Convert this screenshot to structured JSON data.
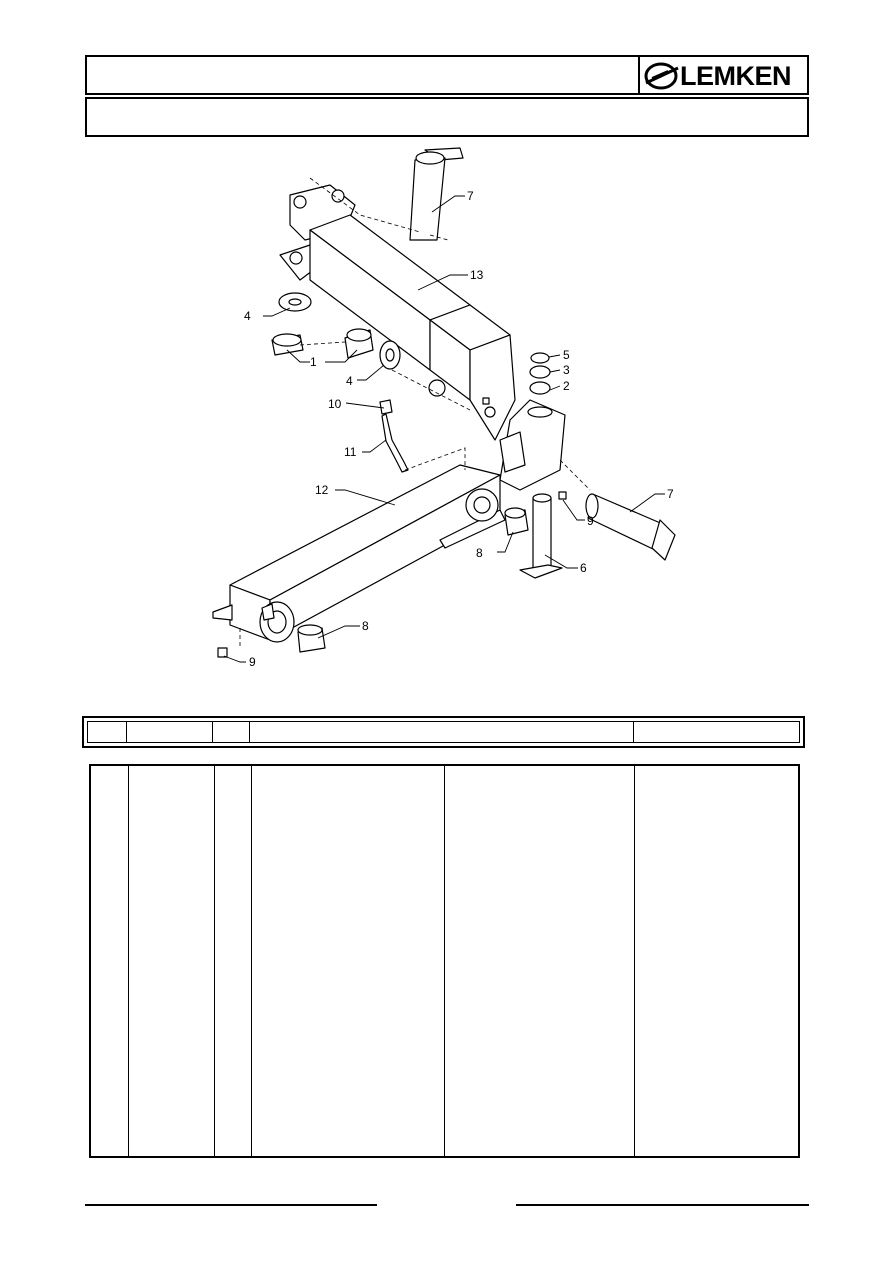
{
  "header": {
    "logo_text": "LEMKEN",
    "logo_icon": "lemken-emblem"
  },
  "drawing": {
    "callouts": [
      {
        "label": "1"
      },
      {
        "label": "2"
      },
      {
        "label": "3"
      },
      {
        "label": "4"
      },
      {
        "label": "4"
      },
      {
        "label": "5"
      },
      {
        "label": "6"
      },
      {
        "label": "7"
      },
      {
        "label": "7"
      },
      {
        "label": "8"
      },
      {
        "label": "8"
      },
      {
        "label": "9"
      },
      {
        "label": "9"
      },
      {
        "label": "10"
      },
      {
        "label": "11"
      },
      {
        "label": "12"
      },
      {
        "label": "13"
      }
    ]
  },
  "colors": {
    "ink": "#000000",
    "paper": "#ffffff"
  }
}
